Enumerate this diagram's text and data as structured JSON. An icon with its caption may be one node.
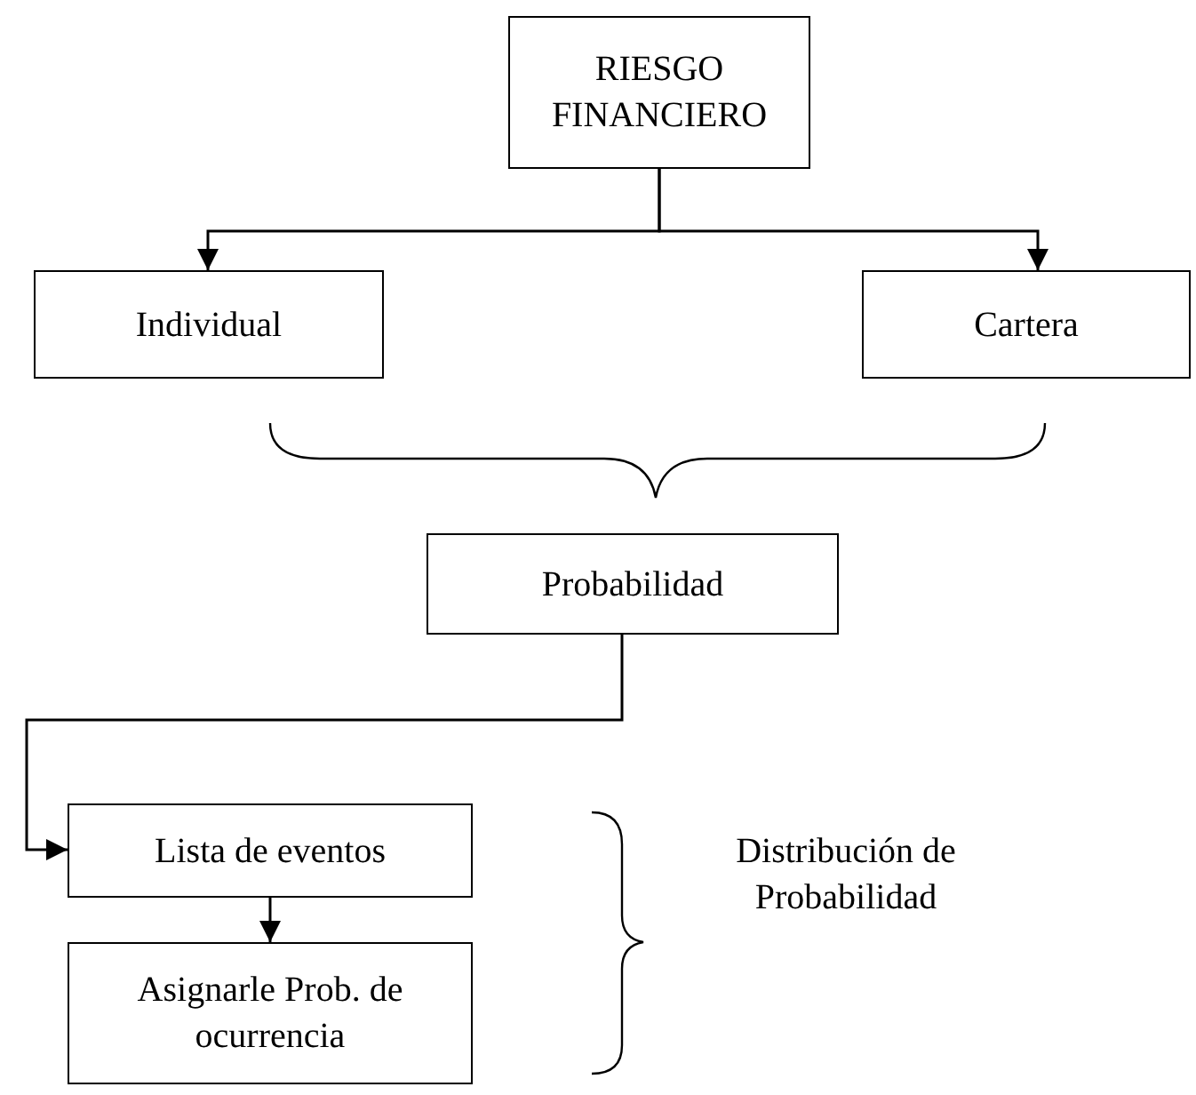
{
  "diagram": {
    "nodes": [
      {
        "text": [
          "RIESGO FINANCIERO"
        ]
      },
      {
        "text": [
          "Individual"
        ]
      },
      {
        "text": [
          "Cartera"
        ]
      },
      {
        "text": [
          "Probabilidad"
        ]
      },
      {
        "text": [
          "Lista de eventos"
        ]
      },
      {
        "text": [
          "Asignarle Prob. de ocurrencia"
        ]
      },
      {
        "text": [
          "Distribución de Probabilidad"
        ]
      }
    ],
    "edges": [
      {
        "from": 0,
        "to": 1,
        "arrow": "to"
      },
      {
        "from": 0,
        "to": 2,
        "arrow": "to"
      },
      {
        "from": 3,
        "to": 4,
        "arrow": "to"
      },
      {
        "from": 4,
        "to": 5,
        "arrow": "to"
      }
    ]
  }
}
